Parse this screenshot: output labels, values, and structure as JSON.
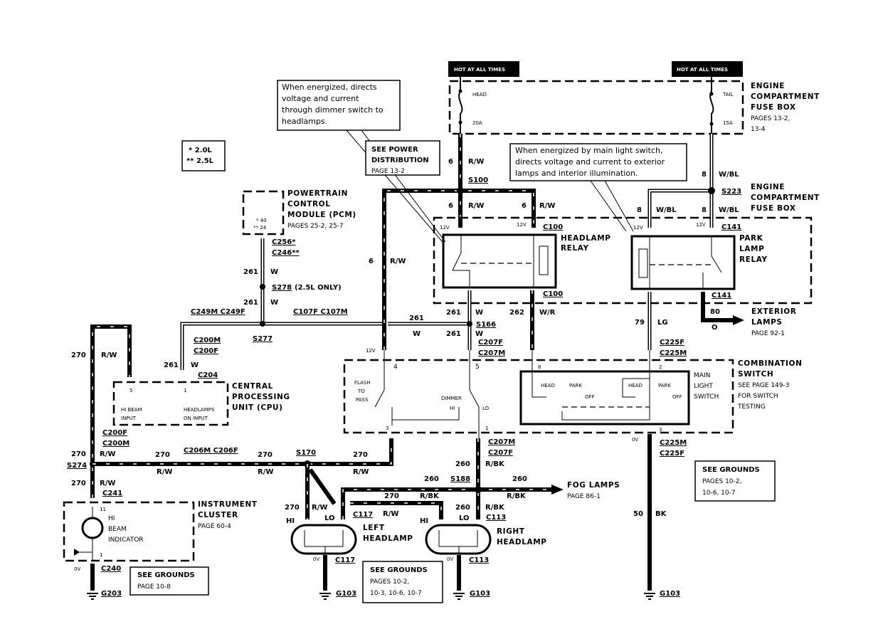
{
  "hot_labels": {
    "left": "HOT AT ALL TIMES",
    "right": "HOT AT ALL TIMES"
  },
  "fuses": {
    "head": {
      "name": "HEAD",
      "rating": "20A"
    },
    "tail": {
      "name": "TAIL",
      "rating": "15A"
    }
  },
  "engine_fuse_box_top": {
    "l1": "ENGINE",
    "l2": "COMPARTMENT",
    "l3": "FUSE BOX",
    "p1": "PAGES 13-2,",
    "p2": "13-4"
  },
  "engine_fuse_box_mid": {
    "l1": "ENGINE",
    "l2": "COMPARTMENT",
    "l3": "FUSE BOX"
  },
  "notes": {
    "headlamp_note": [
      "When energized, directs",
      "voltage and current",
      "through dimmer switch to",
      "headlamps."
    ],
    "park_note": [
      "When energized by main light switch,",
      "directs voltage and current to exterior",
      "lamps and interior illumination."
    ]
  },
  "see_power": {
    "l1": "SEE POWER",
    "l2": "DISTRIBUTION",
    "l3": "PAGE 13-2"
  },
  "legend": {
    "l1": "* 2.0L",
    "l2": "** 2.5L"
  },
  "pcm": {
    "l1": "POWERTRAIN",
    "l2": "CONTROL",
    "l3": "MODULE (PCM)",
    "pages": "PAGES 25-2, 25-7",
    "pin1": "* 40",
    "pin2": "** 24"
  },
  "connectors": {
    "c256": "C256*",
    "c246": "C246**",
    "s278": "S278",
    "s278_note": "(2.5L ONLY)",
    "c249": "C249M C249F",
    "c107": "C107F C107M",
    "s277": "S277",
    "c200m_top": "C200M",
    "c200f_top": "C200F",
    "c204": "C204",
    "s100": "S100",
    "c100a": "C100",
    "c100b": "C100",
    "s223": "S223",
    "c141a": "C141",
    "c141b": "C141",
    "s166": "S166",
    "c207f_top": "C207F",
    "c207m_top": "C207M",
    "c225f_top": "C225F",
    "c225m_top": "C225M",
    "c200f_left": "C200F",
    "c200m_left": "C200M",
    "s274": "S274",
    "c241": "C241",
    "c206": "C206M C206F",
    "s170": "S170",
    "c207m_bot": "C207M",
    "c207f_bot": "C207F",
    "s188": "S188",
    "c117a": "C117",
    "c113a": "C113",
    "c117b": "C117",
    "c113b": "C113",
    "c225m_bot": "C225M",
    "c225f_bot": "C225F",
    "c240": "C240",
    "g203": "G203",
    "g103a": "G103",
    "g103b": "G103",
    "g103c": "G103"
  },
  "wires": {
    "c6": "6",
    "ra": "R/W",
    "c8": "8",
    "wbl": "W/BL",
    "c261": "261",
    "w": "W",
    "c262": "262",
    "wr": "W/R",
    "c79": "79",
    "lg": "LG",
    "c80": "80",
    "o": "O",
    "c270": "270",
    "c260": "260",
    "rbk": "R/BK",
    "c50": "50",
    "bk": "BK",
    "v12": "12V",
    "bv": "0V"
  },
  "relays": {
    "headlamp": {
      "l1": "HEADLAMP",
      "l2": "RELAY"
    },
    "park": {
      "l1": "PARK",
      "l2": "LAMP",
      "l3": "RELAY"
    }
  },
  "exterior_lamps": {
    "l1": "EXTERIOR",
    "l2": "LAMPS",
    "l3": "PAGE 92-1"
  },
  "cpu": {
    "l1": "CENTRAL",
    "l2": "PROCESSING",
    "l3": "UNIT (CPU)",
    "pin5": "5",
    "pin1": "1",
    "in1a": "HI BEAM",
    "in1b": "INPUT",
    "in2a": "HEADLAMPS",
    "in2b": "ON INPUT"
  },
  "combo_switch": {
    "l1": "COMBINATION",
    "l2": "SWITCH",
    "l3": "SEE PAGE 149-3",
    "l4": "FOR SWITCH",
    "l5": "TESTING",
    "pin4": "4",
    "pin5": "5",
    "pin8": "8",
    "pin2": "2",
    "pin3a": "3",
    "pin1": "1",
    "pin3b": "3",
    "flash1": "FLASH",
    "flash2": "TO",
    "flash3": "PASS",
    "dimmer": "DIMMER",
    "hi": "HI",
    "lo": "LO",
    "head": "HEAD",
    "park": "PARK",
    "off": "OFF",
    "mls1": "MAIN",
    "mls2": "LIGHT",
    "mls3": "SWITCH"
  },
  "instrument_cluster": {
    "l1": "INSTRUMENT",
    "l2": "CLUSTER",
    "l3": "PAGE 60-4",
    "ind1": "HI",
    "ind2": "BEAM",
    "ind3": "INDICATOR",
    "pin11": "11",
    "pin1": "1"
  },
  "headlamps": {
    "left1": "LEFT",
    "left2": "HEADLAMP",
    "right1": "RIGHT",
    "right2": "HEADLAMP",
    "hi": "HI",
    "lo": "LO"
  },
  "fog_lamps": {
    "l1": "FOG LAMPS",
    "l2": "PAGE 86-1"
  },
  "grounds": {
    "g1": {
      "l1": "SEE GROUNDS",
      "l2": "PAGE 10-8"
    },
    "g2": {
      "l1": "SEE GROUNDS",
      "l2": "PAGES 10-2,",
      "l3": "10-3, 10-6, 10-7"
    },
    "g3": {
      "l1": "SEE GROUNDS",
      "l2": "PAGES 10-2,",
      "l3": "10-6, 10-7"
    }
  }
}
